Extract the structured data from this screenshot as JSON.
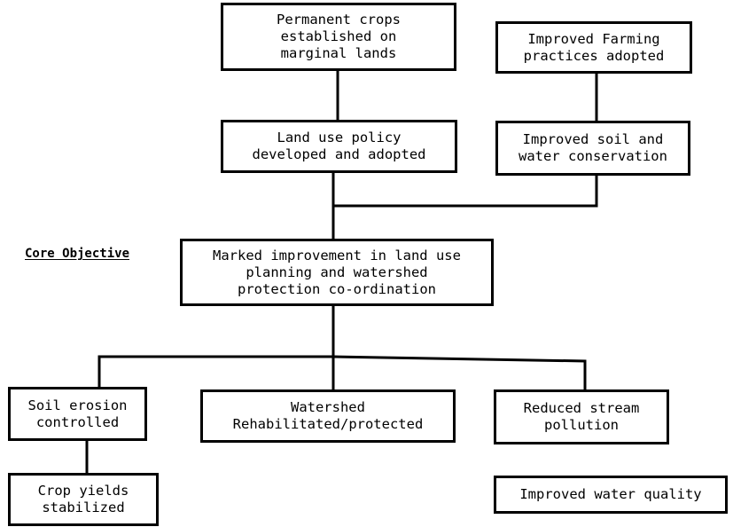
{
  "boxes": {
    "permanent_crops": "Permanent crops\nestablished on\nmarginal lands",
    "improved_farming": "Improved Farming\npractices adopted",
    "land_use_policy": "Land use policy\ndeveloped and adopted",
    "soil_water_conservation": "Improved soil and\nwater conservation",
    "core_objective_box": "Marked improvement in land use\nplanning and watershed\nprotection co-ordination",
    "soil_erosion": "Soil erosion\ncontrolled",
    "watershed": "Watershed\nRehabilitated/protected",
    "reduced_pollution": "Reduced stream\npollution",
    "crop_yields": "Crop yields\nstabilized",
    "water_quality": "Improved water quality"
  },
  "core_label": "Core Objective"
}
